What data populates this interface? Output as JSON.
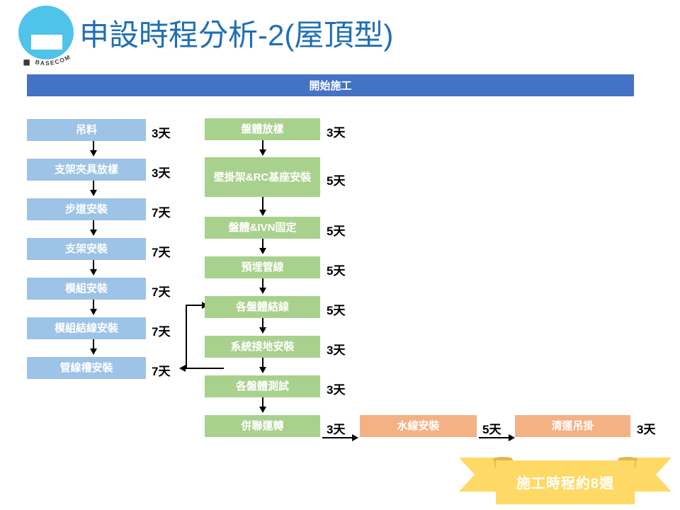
{
  "logo": {
    "brand": "BASECOM",
    "mark": "basecom-circle-logo"
  },
  "title": "申設時程分析-2(屋頂型)",
  "header": {
    "label": "開始施工",
    "color": "#4472C4"
  },
  "colors": {
    "title": "#1F6FB5",
    "blue_box": "#9DC3E6",
    "green_box": "#A9D18E",
    "orange_box": "#F4B183",
    "ribbon": "#FFD966",
    "ribbon_fold": "#E8BE54",
    "logo": "#4FC3EA"
  },
  "columns": {
    "left": {
      "name": "structure-track",
      "steps": [
        {
          "label": "吊料",
          "days": "3天"
        },
        {
          "label": "支架夾具放樣",
          "days": "3天"
        },
        {
          "label": "步道安裝",
          "days": "7天"
        },
        {
          "label": "支架安裝",
          "days": "7天"
        },
        {
          "label": "模組安裝",
          "days": "7天"
        },
        {
          "label": "模組結線安裝",
          "days": "7天"
        },
        {
          "label": "管線槽安裝",
          "days": "7天"
        }
      ]
    },
    "middle": {
      "name": "electrical-track",
      "steps": [
        {
          "label": "盤體放樣",
          "days": "3天"
        },
        {
          "label": "壁掛架&RC基座安裝",
          "days": "5天"
        },
        {
          "label": "盤體&IVN固定",
          "days": "5天"
        },
        {
          "label": "預埋管線",
          "days": "5天"
        },
        {
          "label": "各盤體結線",
          "days": "5天"
        },
        {
          "label": "系統接地安裝",
          "days": "3天"
        },
        {
          "label": "各盤體測試",
          "days": "3天"
        },
        {
          "label": "併聯運轉",
          "days": "3天"
        }
      ]
    },
    "right": {
      "name": "finishing-track",
      "steps": [
        {
          "label": "水線安裝",
          "days": "5天"
        },
        {
          "label": "清運吊掛",
          "days": "3天"
        }
      ]
    }
  },
  "summary": {
    "label": "施工時程約8週"
  }
}
